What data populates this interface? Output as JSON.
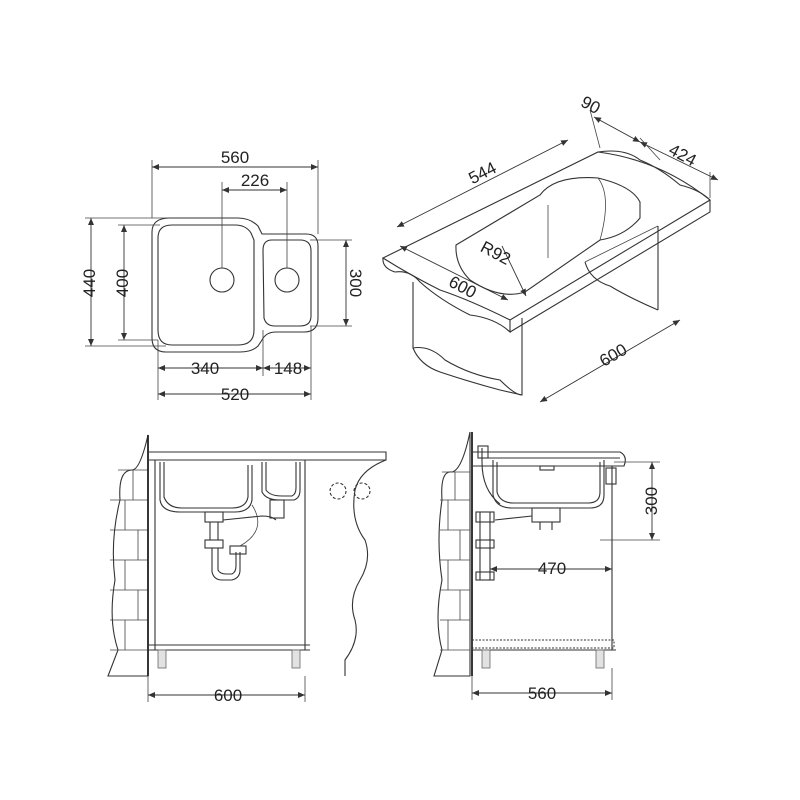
{
  "top_view": {
    "width_total": "560",
    "drain_spacing": "226",
    "height_outer": "440",
    "height_inner": "400",
    "small_bowl_height": "300",
    "big_bowl_width": "340",
    "small_bowl_width": "148",
    "width_inner": "520"
  },
  "iso_view": {
    "length": "544",
    "edge": "90",
    "right": "424",
    "radius": "R92",
    "depth": "600",
    "cabinet_length": "600"
  },
  "front_view": {
    "cabinet_width": "600"
  },
  "side_view": {
    "bowl_depth": "300",
    "drain_offset": "470",
    "cabinet_depth": "560"
  }
}
